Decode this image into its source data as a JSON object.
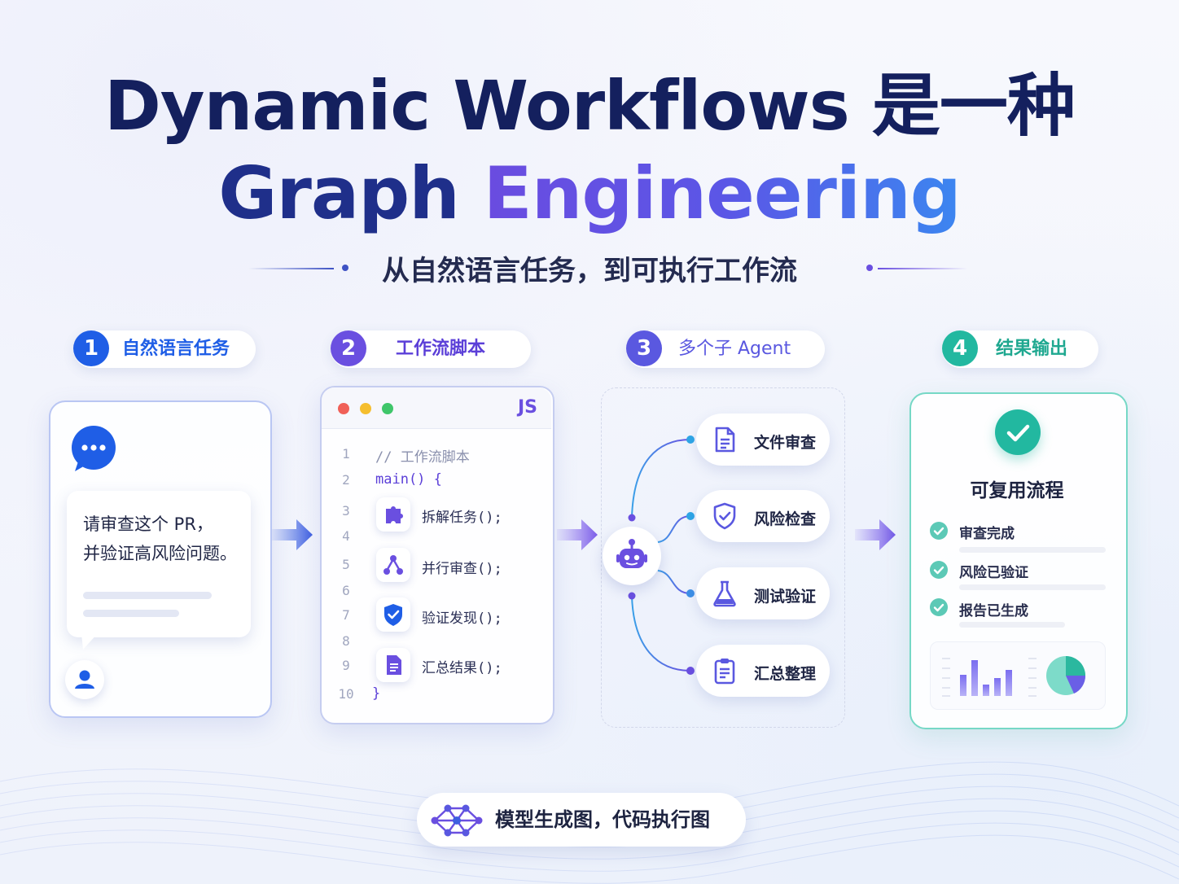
{
  "title": {
    "line1": "Dynamic Workflows 是一种",
    "line2_part1": "Graph",
    "line2_part2": "Engineering",
    "subtitle": "从自然语言任务，到可执行工作流"
  },
  "steps": [
    {
      "number": "1",
      "label": "自然语言任务",
      "color": "#1f5ee6"
    },
    {
      "number": "2",
      "label": "工作流脚本",
      "color": "#6a4fe0"
    },
    {
      "number": "3",
      "label": "多个子 Agent",
      "color": "#5a58e0"
    },
    {
      "number": "4",
      "label": "结果输出",
      "color": "#22b8a0"
    }
  ],
  "task": {
    "line1": "请审查这个 PR，",
    "line2": "并验证高风险问题。"
  },
  "script": {
    "lang": "JS",
    "line_numbers": [
      "1",
      "2",
      "3",
      "4",
      "5",
      "6",
      "7",
      "8",
      "9",
      "10"
    ],
    "comment": "// 工作流脚本",
    "main": "main() {",
    "calls": [
      "拆解任务();",
      "并行审查();",
      "验证发现();",
      "汇总结果();"
    ],
    "close": "}"
  },
  "agents": [
    {
      "label": "文件审查",
      "icon": "document-icon"
    },
    {
      "label": "风险检查",
      "icon": "shield-check-icon"
    },
    {
      "label": "测试验证",
      "icon": "flask-icon"
    },
    {
      "label": "汇总整理",
      "icon": "clipboard-icon"
    }
  ],
  "result": {
    "title": "可复用流程",
    "items": [
      "审查完成",
      "风险已验证",
      "报告已生成"
    ]
  },
  "footer": {
    "label": "模型生成图，代码执行图"
  },
  "colors": {
    "navy": "#14205e",
    "purple": "#6a4fe0",
    "blue": "#1f5ee6",
    "teal": "#22b8a0"
  }
}
